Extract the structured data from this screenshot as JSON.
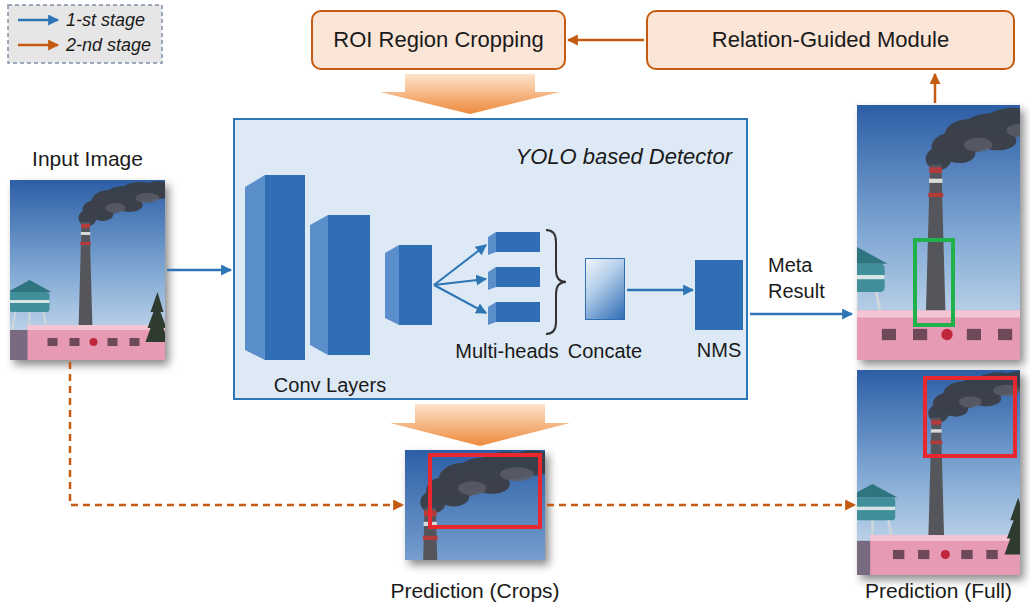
{
  "diagram": {
    "nodes": [
      {
        "text": [
          "ROI Region Cropping"
        ]
      },
      {
        "text": [
          "Relation-Guided Module"
        ]
      },
      {
        "text": [
          "Input Image"
        ]
      },
      {
        "text": [
          "YOLO based Detector"
        ]
      },
      {
        "text": [
          "Concate"
        ],
        "in": 3
      },
      {
        "text": [
          "NMS"
        ],
        "in": 3
      },
      {
        "text": [
          "Prediction (Crops)"
        ]
      },
      {
        "text": [
          "Prediction (Full)"
        ]
      }
    ],
    "edges": [
      {
        "from": 1,
        "to": 0,
        "arrow": "to"
      },
      {
        "from": 0,
        "to": 3,
        "arrow": "to"
      },
      {
        "from": 2,
        "to": 3,
        "arrow": "to"
      },
      {
        "from": 4,
        "to": 5,
        "arrow": "to"
      },
      {
        "from": 3,
        "to": 6,
        "arrow": "to"
      },
      {
        "from": 2,
        "to": 6,
        "arrow": "to"
      },
      {
        "from": 6,
        "to": 7,
        "arrow": "to"
      }
    ],
    "labels": [
      "Conv Layers",
      "Multi-heads",
      "Meta Result"
    ],
    "legend": [
      {
        "text": "1-st stage"
      },
      {
        "text": "2-nd stage"
      }
    ]
  }
}
